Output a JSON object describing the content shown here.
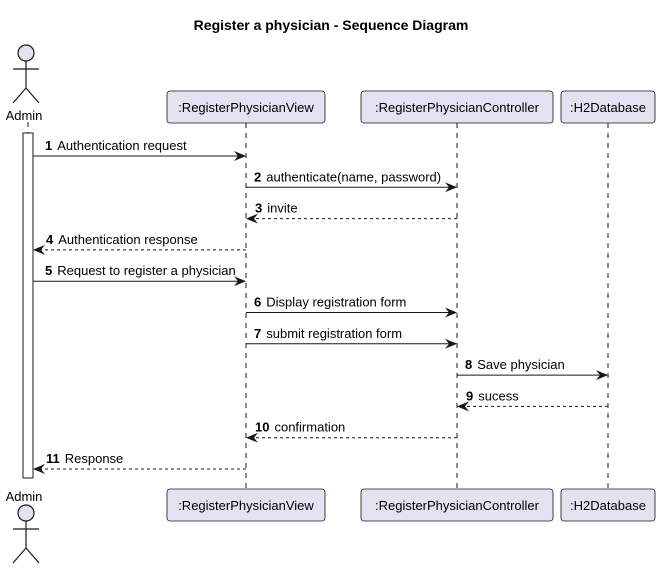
{
  "title": "Register a physician - Sequence Diagram",
  "colors": {
    "participant_fill": "#E2E2F0",
    "participant_border": "#181818",
    "line": "#181818",
    "text": "#000000",
    "lifeline": "#181818"
  },
  "actor": {
    "name": "Admin",
    "icon": "stick-figure-actor-icon"
  },
  "participants": [
    {
      "key": "view",
      "label": ":RegisterPhysicianView"
    },
    {
      "key": "controller",
      "label": ":RegisterPhysicianController"
    },
    {
      "key": "db",
      "label": ":H2Database"
    }
  ],
  "messages": [
    {
      "num": "1",
      "text": "Authentication request",
      "from": "actor",
      "to": "view",
      "style": "solid"
    },
    {
      "num": "2",
      "text": "authenticate(name, password)",
      "from": "view",
      "to": "controller",
      "style": "solid"
    },
    {
      "num": "3",
      "text": "invite",
      "from": "controller",
      "to": "view",
      "style": "dashed"
    },
    {
      "num": "4",
      "text": "Authentication response",
      "from": "view",
      "to": "actor",
      "style": "dashed"
    },
    {
      "num": "5",
      "text": "Request to register a physician",
      "from": "actor",
      "to": "view",
      "style": "solid"
    },
    {
      "num": "6",
      "text": "Display registration form",
      "from": "view",
      "to": "controller",
      "style": "solid"
    },
    {
      "num": "7",
      "text": "submit registration form",
      "from": "view",
      "to": "controller",
      "style": "solid"
    },
    {
      "num": "8",
      "text": "Save physician",
      "from": "controller",
      "to": "db",
      "style": "solid"
    },
    {
      "num": "9",
      "text": "sucess",
      "from": "db",
      "to": "controller",
      "style": "dashed"
    },
    {
      "num": "10",
      "text": "confirmation",
      "from": "controller",
      "to": "view",
      "style": "dashed"
    },
    {
      "num": "11",
      "text": "Response",
      "from": "view",
      "to": "actor",
      "style": "dashed"
    }
  ]
}
